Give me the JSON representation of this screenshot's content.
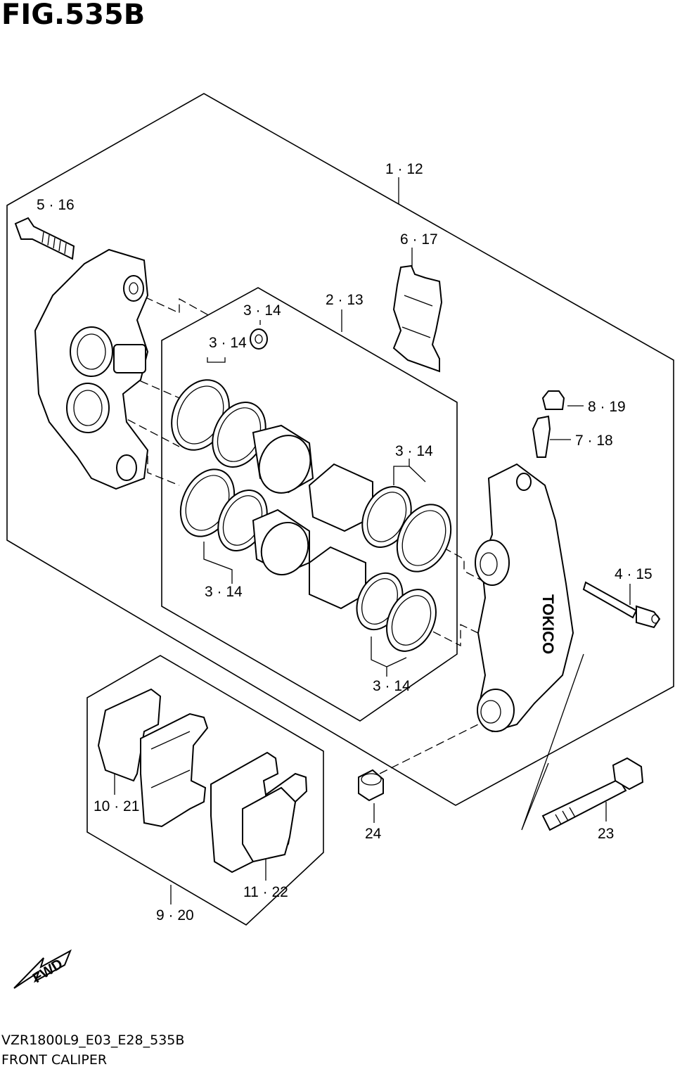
{
  "figure": {
    "title": "FIG.535B",
    "model_code": "VZR1800L9_E03_E28_535B",
    "caption": "FRONT CALIPER"
  },
  "callouts": [
    {
      "id": "c1",
      "text": "1 · 12"
    },
    {
      "id": "c2",
      "text": "5 · 16"
    },
    {
      "id": "c3",
      "text": "6 · 17"
    },
    {
      "id": "c4",
      "text": "2 · 13"
    },
    {
      "id": "c5",
      "text": "3 · 14"
    },
    {
      "id": "c6",
      "text": "3 · 14"
    },
    {
      "id": "c7",
      "text": "8 · 19"
    },
    {
      "id": "c8",
      "text": "7 · 18"
    },
    {
      "id": "c9",
      "text": "3 · 14"
    },
    {
      "id": "c10",
      "text": "4 · 15"
    },
    {
      "id": "c11",
      "text": "3 · 14"
    },
    {
      "id": "c12",
      "text": "3 · 14"
    },
    {
      "id": "c13",
      "text": "10 · 21"
    },
    {
      "id": "c14",
      "text": "24"
    },
    {
      "id": "c15",
      "text": "23"
    },
    {
      "id": "c16",
      "text": "11 · 22"
    },
    {
      "id": "c17",
      "text": "9 · 20"
    }
  ],
  "fwd_label": "FWD",
  "caliper_brand": "TOKICO"
}
